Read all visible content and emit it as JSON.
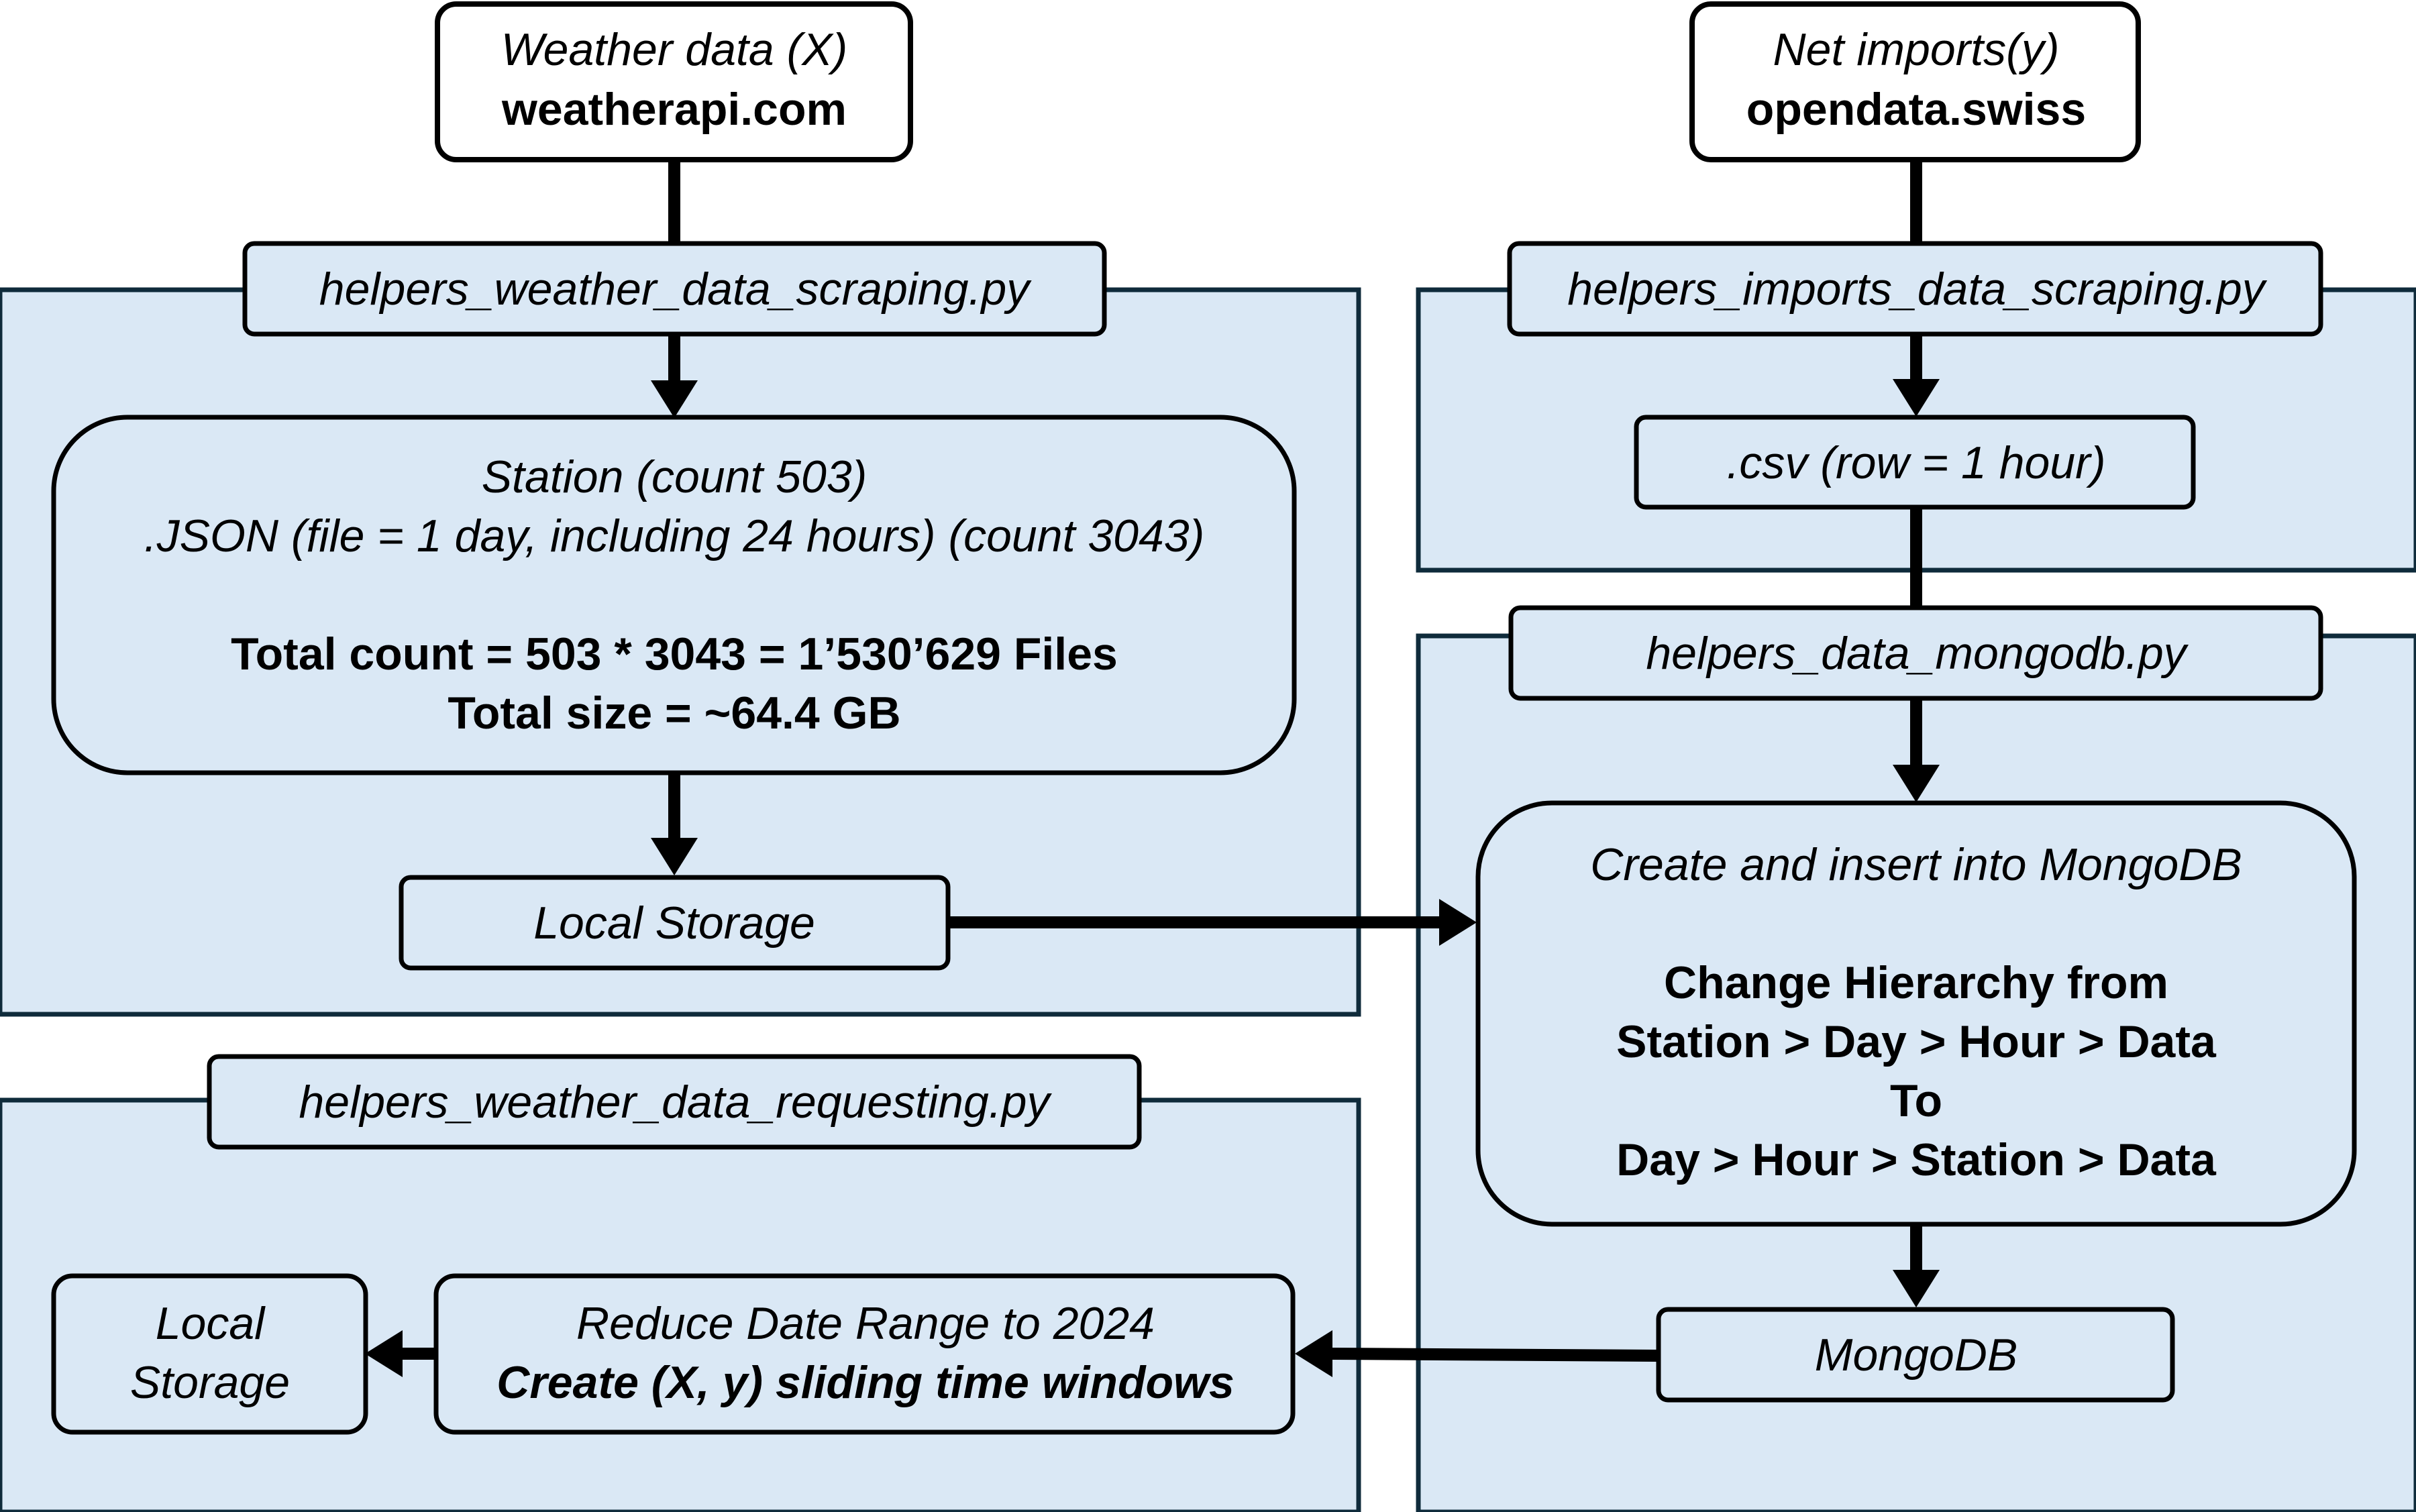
{
  "colors": {
    "panel_fill": "#dae8f5",
    "panel_stroke": "#0f2b3b",
    "box_fill": "#dae8f5",
    "source_fill": "#ffffff",
    "ink": "#000000"
  },
  "sources": {
    "weather": {
      "line1": "Weather data (X)",
      "line2": "weatherapi.com"
    },
    "imports": {
      "line1": "Net imports(y)",
      "line2": "opendata.swiss"
    }
  },
  "panels": {
    "weather_scraping": "helpers_weather_data_scraping.py",
    "imports_scraping": "helpers_imports_data_scraping.py",
    "mongodb": "helpers_data_mongodb.py",
    "requesting": "helpers_weather_data_requesting.py"
  },
  "nodes": {
    "station": {
      "line1": "Station (count 503)",
      "line2": ".JSON (file = 1 day, including 24 hours) (count 3043)",
      "line3": "Total count = 503 * 3043 = 1’530’629 Files",
      "line4": "Total size =  ~64.4 GB"
    },
    "local_storage_1": "Local Storage",
    "csv": ".csv (row = 1 hour)",
    "create_insert": {
      "line1": "Create and insert into MongoDB",
      "line2": "Change Hierarchy from",
      "line3": "Station > Day > Hour > Data",
      "line4": "To",
      "line5": "Day > Hour > Station > Data"
    },
    "mongodb": "MongoDB",
    "reduce": {
      "line1": "Reduce Date Range to 2024",
      "line2": "Create (X, y) sliding time windows"
    },
    "local_storage_2": {
      "line1": "Local",
      "line2": "Storage"
    }
  }
}
